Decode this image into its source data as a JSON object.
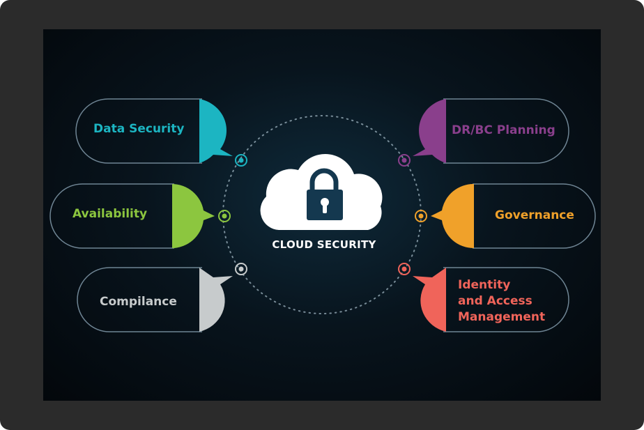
{
  "center": {
    "title": "CLOUD SECURITY",
    "icon": "cloud-lock-icon"
  },
  "items": [
    {
      "label": "Data Security",
      "color": "#1cb5c2"
    },
    {
      "label": "Availability",
      "color": "#8cc63f"
    },
    {
      "label": "Compilance",
      "color": "#c7cbcc"
    },
    {
      "label": "DR/BC Planning",
      "color": "#8a3f8c"
    },
    {
      "label": "Governance",
      "color": "#f0a12a"
    },
    {
      "label": "Identity\nand Access\nManagement",
      "color": "#f0645a"
    }
  ]
}
